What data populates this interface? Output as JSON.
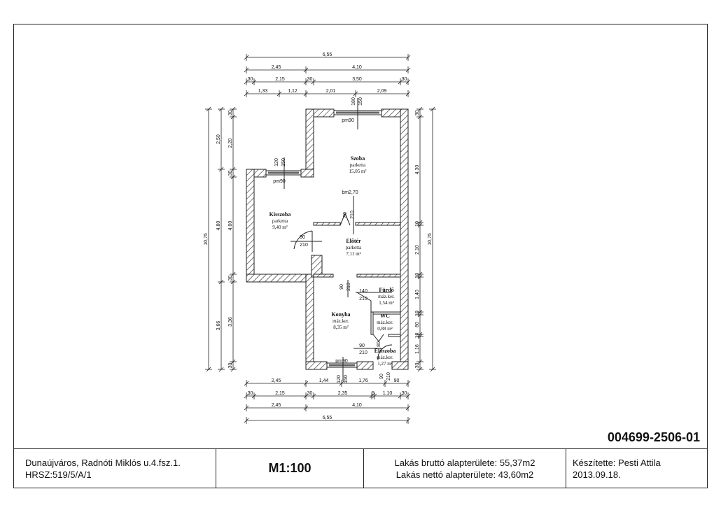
{
  "sheet": {
    "drawing_number": "004699-2506-01",
    "address_line1": "Dunaújváros, Radnóti Miklós u.4.fsz.1.",
    "address_line2": "HRSZ:519/5/A/1",
    "scale": "M1:100",
    "gross_area": "Lakás bruttó alapterülete: 55,37m2",
    "net_area": "Lakás nettó alapterülete: 43,60m2",
    "author": "Készítette: Pesti Attila",
    "date": "2013.09.18."
  },
  "rooms": [
    {
      "name": "Szoba",
      "floor": "parketta",
      "area": "15,05 m²"
    },
    {
      "name": "Kisszoba",
      "floor": "parketta",
      "area": "9,40 m²"
    },
    {
      "name": "Előtér",
      "floor": "parketta",
      "area": "7,11 m²"
    },
    {
      "name": "Konyha",
      "floor": "máz.ker.",
      "area": "8,35 m²"
    },
    {
      "name": "Fürdő",
      "floor": "máz.ker.",
      "area": "1,54 m²"
    },
    {
      "name": "WC",
      "floor": "máz.ker.",
      "area": "0,88 m²"
    },
    {
      "name": "Előszoba",
      "floor": "máz.ker.",
      "area": "1,27 m²"
    }
  ],
  "openings": [
    "180",
    "150",
    "pm90",
    "120",
    "150",
    "pm90",
    "bm2,70",
    "80",
    "210",
    "90",
    "210",
    "90",
    "210",
    "140",
    "210",
    "80",
    "90",
    "210",
    "pm90",
    "120",
    "150",
    "90",
    "210"
  ],
  "dimensions": {
    "top": [
      [
        "6,55"
      ],
      [
        "2,45",
        "4,10"
      ],
      [
        "30",
        "2,15",
        "30",
        "3,50",
        "30"
      ],
      [
        "1,33",
        "1,12",
        "2,01",
        "2,09"
      ]
    ],
    "bottom": [
      [
        "2,45",
        "1,44",
        "1,76",
        "90"
      ],
      [
        "30",
        "2,15",
        "30",
        "2,35",
        "5",
        "1,10",
        "30"
      ],
      [
        "2,45",
        "4,10"
      ],
      [
        "6,55"
      ]
    ],
    "left": [
      [
        "10,75"
      ],
      [
        "2,50",
        "4,80",
        "3,66"
      ],
      [
        "30",
        "2,20",
        "30",
        "4,00",
        "30",
        "3,36",
        "30"
      ]
    ],
    "right": [
      [
        "30",
        "4,30",
        "10",
        "2,10",
        "10",
        "1,40",
        "10",
        "80",
        "10",
        "1,16",
        "30"
      ],
      [
        "10,75"
      ]
    ]
  }
}
